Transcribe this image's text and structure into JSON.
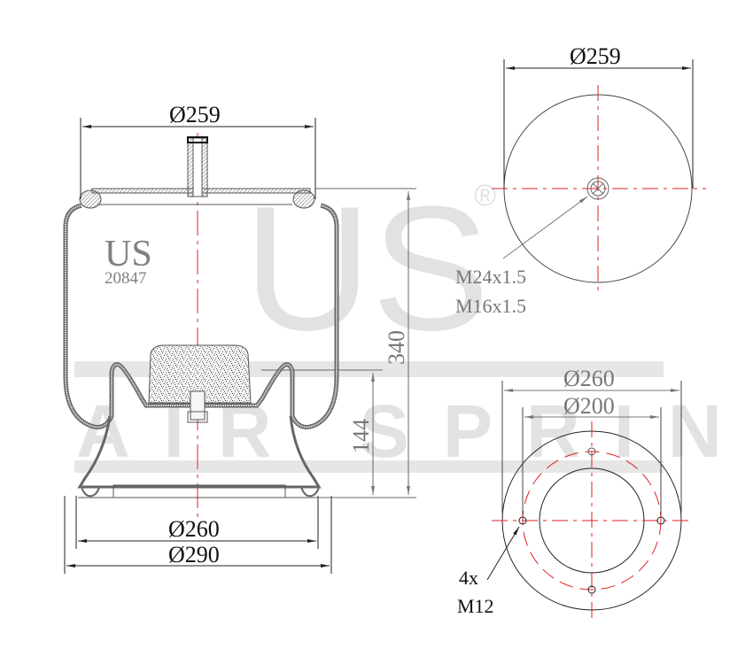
{
  "watermark": {
    "logo_text": "US",
    "registered_mark": "®",
    "subtitle_text": "AIR SPRING",
    "color": "#e2e2e2"
  },
  "side_view": {
    "brand_label": "US",
    "part_number": "20847",
    "dimensions": {
      "top_diameter": "Ø259",
      "bottom_inner_diameter": "Ø260",
      "bottom_outer_diameter": "Ø290",
      "overall_height": "340",
      "piston_height": "144"
    }
  },
  "top_view": {
    "diameter": "Ø259",
    "thread_label_1": "M24x1.5",
    "thread_label_2": "M16x1.5"
  },
  "bottom_view": {
    "outer_diameter": "Ø260",
    "bolt_circle_diameter": "Ø200",
    "bolt_count": "4x",
    "bolt_thread": "M12"
  },
  "colors": {
    "outline": "#555555",
    "dimension": "#111111",
    "centerline": "#e02020",
    "hatch": "#888888"
  }
}
